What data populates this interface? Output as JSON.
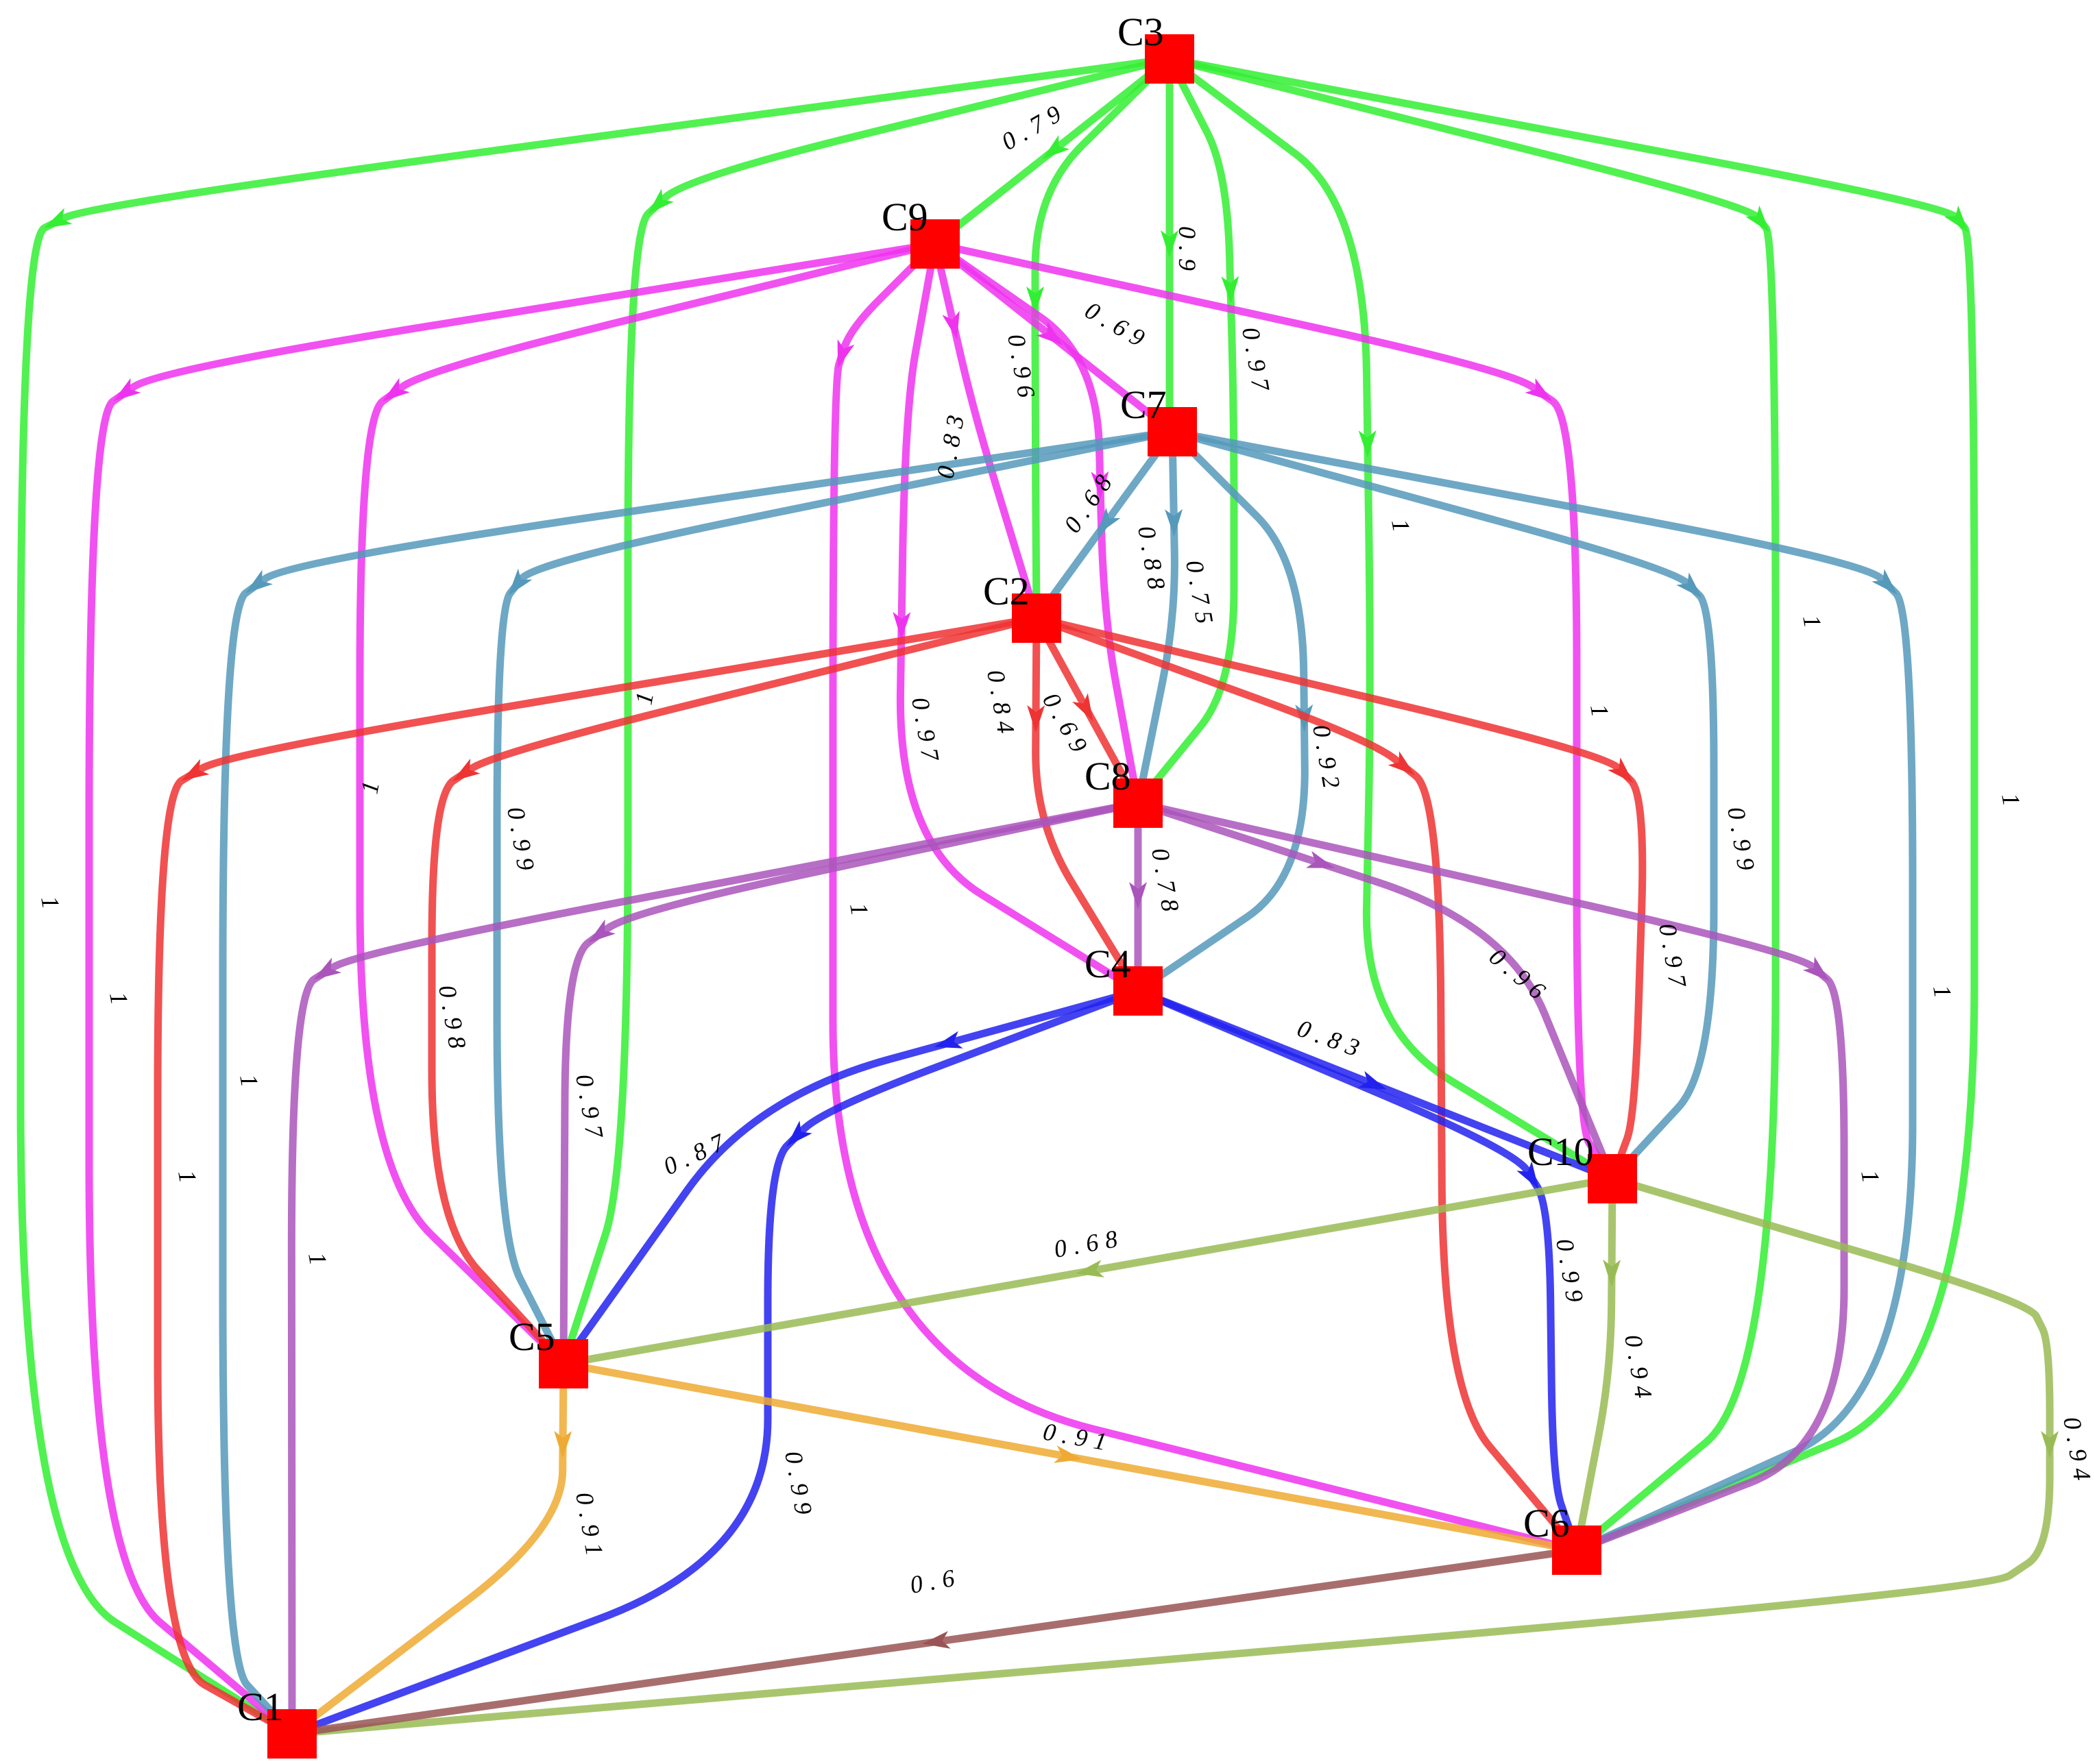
{
  "nodes": [
    {
      "id": "C1",
      "label": "C1"
    },
    {
      "id": "C2",
      "label": "C2"
    },
    {
      "id": "C3",
      "label": "C3"
    },
    {
      "id": "C4",
      "label": "C4"
    },
    {
      "id": "C5",
      "label": "C5"
    },
    {
      "id": "C6",
      "label": "C6"
    },
    {
      "id": "C7",
      "label": "C7"
    },
    {
      "id": "C8",
      "label": "C8"
    },
    {
      "id": "C9",
      "label": "C9"
    },
    {
      "id": "C10",
      "label": "C10"
    }
  ],
  "edge_colors": {
    "C3": "#33ee33",
    "C9": "#ee33ee",
    "C7": "#5599bb",
    "C2": "#ee3333",
    "C8": "#aa55bb",
    "C4": "#2222ee",
    "C10": "#99bb55",
    "C5": "#eeaa33",
    "C6": "#995555"
  },
  "edges": [
    {
      "id": "c3-c9",
      "from": "C3",
      "to": "C9",
      "label": "0.79"
    },
    {
      "id": "c3-c7",
      "from": "C3",
      "to": "C7",
      "label": "0.9"
    },
    {
      "id": "c3-c8",
      "from": "C3",
      "to": "C8",
      "label": "0.97"
    },
    {
      "id": "c3-c2",
      "from": "C3",
      "to": "C2",
      "label": ""
    },
    {
      "id": "c3-c10",
      "from": "C3",
      "to": "C10",
      "label": "1"
    },
    {
      "id": "c3-c5",
      "from": "C3",
      "to": "C5",
      "label": "1"
    },
    {
      "id": "c3-c6",
      "from": "C3",
      "to": "C6",
      "label": "1"
    },
    {
      "id": "c3-c6b",
      "from": "C3",
      "to": "C6",
      "label": "1"
    },
    {
      "id": "c3-c1",
      "from": "C3",
      "to": "C1",
      "label": "1"
    },
    {
      "id": "c9-c7",
      "from": "C9",
      "to": "C7",
      "label": "0.69"
    },
    {
      "id": "c9-c2",
      "from": "C9",
      "to": "C2",
      "label": "0.96"
    },
    {
      "id": "c9-c8",
      "from": "C9",
      "to": "C8",
      "label": "0.83"
    },
    {
      "id": "c9-c4",
      "from": "C9",
      "to": "C4",
      "label": "0.97"
    },
    {
      "id": "c9-c6",
      "from": "C9",
      "to": "C6",
      "label": "1"
    },
    {
      "id": "c9-c5",
      "from": "C9",
      "to": "C5",
      "label": "1"
    },
    {
      "id": "c9-c1",
      "from": "C9",
      "to": "C1",
      "label": "1"
    },
    {
      "id": "c9-c10",
      "from": "C9",
      "to": "C10",
      "label": "1"
    },
    {
      "id": "c7-c2",
      "from": "C7",
      "to": "C2",
      "label": "0.68"
    },
    {
      "id": "c7-c8",
      "from": "C7",
      "to": "C8",
      "label": "0.88"
    },
    {
      "id": "c7-c4",
      "from": "C7",
      "to": "C4",
      "label": "0.75"
    },
    {
      "id": "c7-c10",
      "from": "C7",
      "to": "C10",
      "label": "0.99"
    },
    {
      "id": "c7-c5",
      "from": "C7",
      "to": "C5",
      "label": "0.99"
    },
    {
      "id": "c7-c1",
      "from": "C7",
      "to": "C1",
      "label": "1"
    },
    {
      "id": "c7-c6",
      "from": "C7",
      "to": "C6",
      "label": "1"
    },
    {
      "id": "c2-c8",
      "from": "C2",
      "to": "C8",
      "label": "0.69"
    },
    {
      "id": "c2-c4",
      "from": "C2",
      "to": "C4",
      "label": "0.84"
    },
    {
      "id": "c2-c6",
      "from": "C2",
      "to": "C6",
      "label": "0.92"
    },
    {
      "id": "c2-c10",
      "from": "C2",
      "to": "C10",
      "label": "0.97"
    },
    {
      "id": "c2-c5",
      "from": "C2",
      "to": "C5",
      "label": "0.98"
    },
    {
      "id": "c2-c1",
      "from": "C2",
      "to": "C1",
      "label": "1"
    },
    {
      "id": "c8-c4",
      "from": "C8",
      "to": "C4",
      "label": "0.78"
    },
    {
      "id": "c8-c10",
      "from": "C8",
      "to": "C10",
      "label": "0.96"
    },
    {
      "id": "c8-c5",
      "from": "C8",
      "to": "C5",
      "label": "0.97"
    },
    {
      "id": "c8-c6",
      "from": "C8",
      "to": "C6",
      "label": "1"
    },
    {
      "id": "c8-c1",
      "from": "C8",
      "to": "C1",
      "label": "1"
    },
    {
      "id": "c4-c10",
      "from": "C4",
      "to": "C10",
      "label": "0.83"
    },
    {
      "id": "c4-c5",
      "from": "C4",
      "to": "C5",
      "label": "0.87"
    },
    {
      "id": "c4-c1",
      "from": "C4",
      "to": "C1",
      "label": "0.99"
    },
    {
      "id": "c4-c6",
      "from": "C4",
      "to": "C6",
      "label": "0.99"
    },
    {
      "id": "c10-c5",
      "from": "C10",
      "to": "C5",
      "label": "0.68"
    },
    {
      "id": "c10-c6",
      "from": "C10",
      "to": "C6",
      "label": "0.94"
    },
    {
      "id": "c10-c1",
      "from": "C10",
      "to": "C1",
      "label": "0.94"
    },
    {
      "id": "c5-c6",
      "from": "C5",
      "to": "C6",
      "label": "0.91"
    },
    {
      "id": "c5-c1",
      "from": "C5",
      "to": "C1",
      "label": "0.91"
    },
    {
      "id": "c6-c1",
      "from": "C6",
      "to": "C1",
      "label": "0.6"
    }
  ]
}
